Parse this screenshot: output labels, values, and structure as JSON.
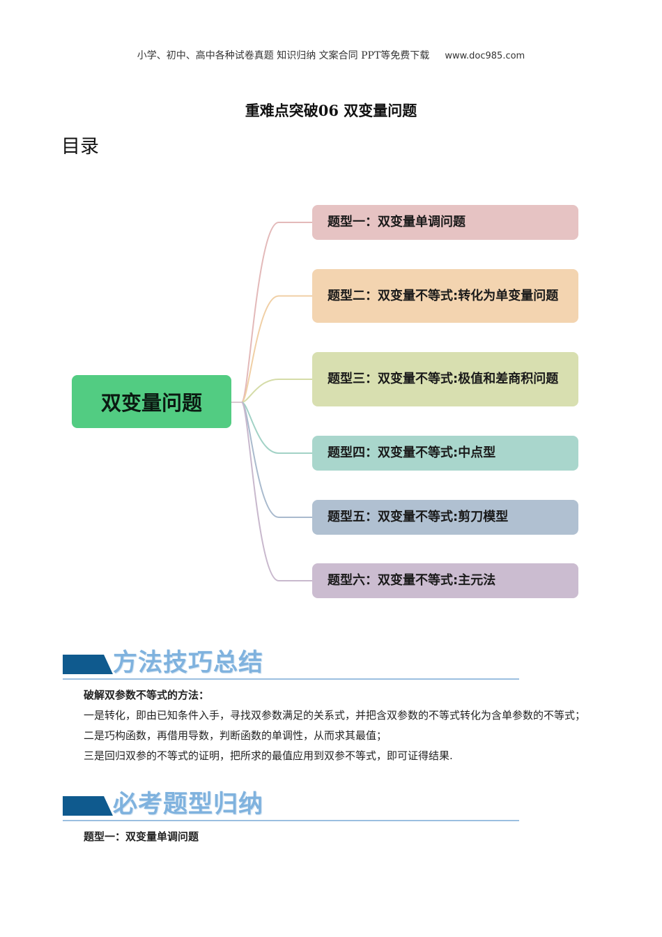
{
  "header": {
    "text": "小学、初中、高中各种试卷真题  知识归纳  文案合同  PPT等免费下载",
    "url": "www.doc985.com"
  },
  "title": "重难点突破06 双变量问题",
  "toc_label": "目录",
  "mindmap": {
    "center": "双变量问题",
    "branches": [
      {
        "label": "题型一：双变量单调问题",
        "color": "#e6c3c3",
        "line": "#e3b9b9"
      },
      {
        "label": "题型二：双变量不等式:转化为单变量问题",
        "color": "#f3d4b0",
        "line": "#f0cfa5"
      },
      {
        "label": "题型三：双变量不等式:极值和差商积问题",
        "color": "#d8dfb0",
        "line": "#d5dca8"
      },
      {
        "label": "题型四：双变量不等式:中点型",
        "color": "#a9d6cc",
        "line": "#a2d2c6"
      },
      {
        "label": "题型五：双变量不等式:剪刀模型",
        "color": "#b0c0d1",
        "line": "#a9bacd"
      },
      {
        "label": "题型六：双变量不等式:主元法",
        "color": "#cbbcd0",
        "line": "#c8b8cd"
      }
    ]
  },
  "section1": {
    "heading": "方法技巧总结",
    "subtitle": "破解双参数不等式的方法：",
    "lines": [
      "一是转化，即由已知条件入手，寻找双参数满足的关系式，并把含双参数的不等式转化为含单参数的不等式；",
      "二是巧构函数，再借用导数，判断函数的单调性，从而求其最值；",
      "三是回归双参的不等式的证明，把所求的最值应用到双参不等式，即可证得结果."
    ]
  },
  "section2": {
    "heading": "必考题型归纳",
    "subtitle": "题型一：双变量单调问题"
  }
}
